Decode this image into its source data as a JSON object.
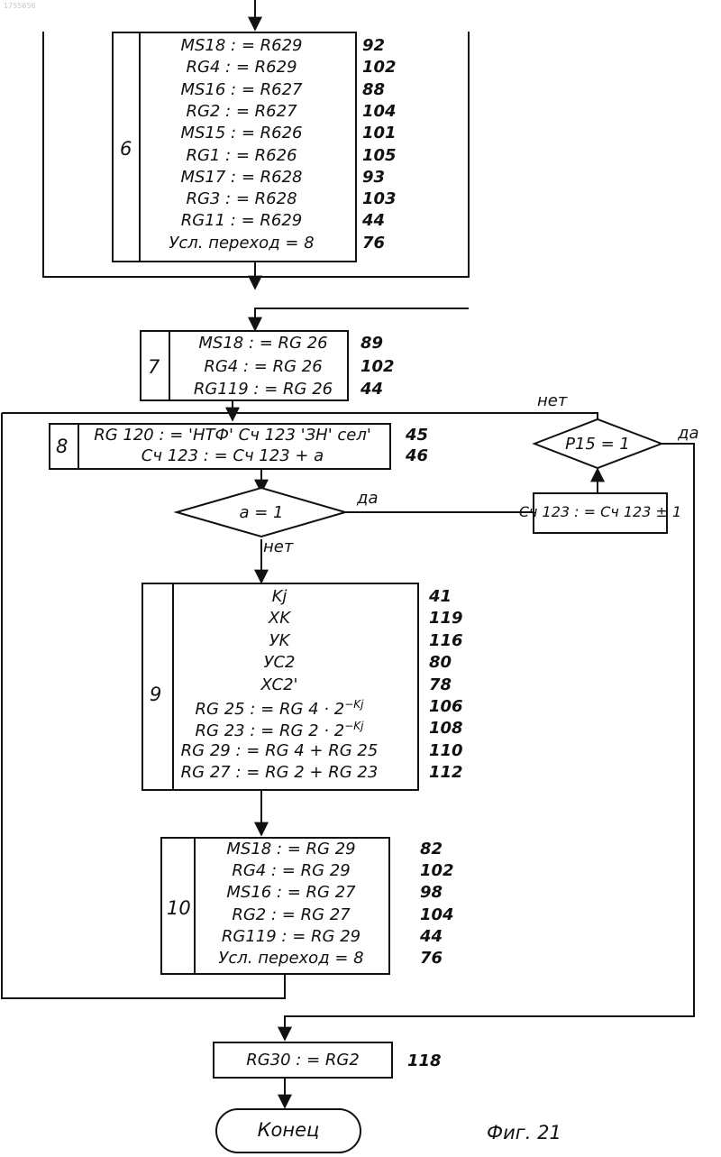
{
  "watermark": "1755656",
  "blocks": {
    "b6": {
      "number": "6",
      "rows": [
        {
          "stmt": "MS18 : = R629",
          "ref": "92"
        },
        {
          "stmt": "RG4 : = R629",
          "ref": "102"
        },
        {
          "stmt": "MS16 : = R627",
          "ref": "88"
        },
        {
          "stmt": "RG2 : = R627",
          "ref": "104"
        },
        {
          "stmt": "MS15 : = R626",
          "ref": "101"
        },
        {
          "stmt": "RG1 : = R626",
          "ref": "105"
        },
        {
          "stmt": "MS17 : = R628",
          "ref": "93"
        },
        {
          "stmt": "RG3 : = R628",
          "ref": "103"
        },
        {
          "stmt": "RG11 : = R629",
          "ref": "44"
        },
        {
          "stmt": "Усл. переход = 8",
          "ref": "76"
        }
      ]
    },
    "b7": {
      "number": "7",
      "rows": [
        {
          "stmt": "MS18 : = RG 26",
          "ref": "89"
        },
        {
          "stmt": "RG4 : = RG 26",
          "ref": "102"
        },
        {
          "stmt": "RG119 : = RG 26",
          "ref": "44"
        }
      ]
    },
    "b8": {
      "number": "8",
      "rows": [
        {
          "stmt": "RG 120 : = 'НТФ' Сч 123 'ЗН' сел'",
          "ref": "45"
        },
        {
          "stmt": "Сч 123 : = Сч 123 + a",
          "ref": "46"
        }
      ]
    },
    "b9": {
      "number": "9",
      "rows": [
        {
          "stmt": "Kj",
          "ref": "41"
        },
        {
          "stmt": "XK",
          "ref": "119"
        },
        {
          "stmt": "УK",
          "ref": "116"
        },
        {
          "stmt": "УC2",
          "ref": "80"
        },
        {
          "stmt": "XC2'",
          "ref": "78"
        },
        {
          "stmt": "RG 25 : = RG 4 · 2",
          "sup": "−Kj",
          "ref": "106"
        },
        {
          "stmt": "RG 23 : = RG 2 · 2",
          "sup": "−Kj",
          "ref": "108"
        },
        {
          "stmt": "RG 29 : = RG 4 + RG 25",
          "ref": "110"
        },
        {
          "stmt": "RG 27 : = RG 2 + RG 23",
          "ref": "112"
        }
      ]
    },
    "b10": {
      "number": "10",
      "rows": [
        {
          "stmt": "MS18 : = RG 29",
          "ref": "82"
        },
        {
          "stmt": "RG4 : = RG 29",
          "ref": "102"
        },
        {
          "stmt": "MS16 : = RG 27",
          "ref": "98"
        },
        {
          "stmt": "RG2 : = RG 27",
          "ref": "104"
        },
        {
          "stmt": "RG119 : = RG 29",
          "ref": "44"
        },
        {
          "stmt": "Усл. переход = 8",
          "ref": "76"
        }
      ]
    },
    "counter": {
      "stmt": "Сч 123 : = Сч 123 ± 1"
    },
    "result": {
      "stmt": "RG30 : = RG2",
      "ref": "118"
    },
    "end": {
      "label": "Конец"
    }
  },
  "decisions": {
    "a_eq_1": {
      "cond": "a = 1",
      "yes": "да",
      "no": "нет"
    },
    "p15_eq_1": {
      "cond": "P15 = 1",
      "yes": "да",
      "no": "нет"
    }
  },
  "figure": {
    "caption": "Фиг. 21"
  }
}
